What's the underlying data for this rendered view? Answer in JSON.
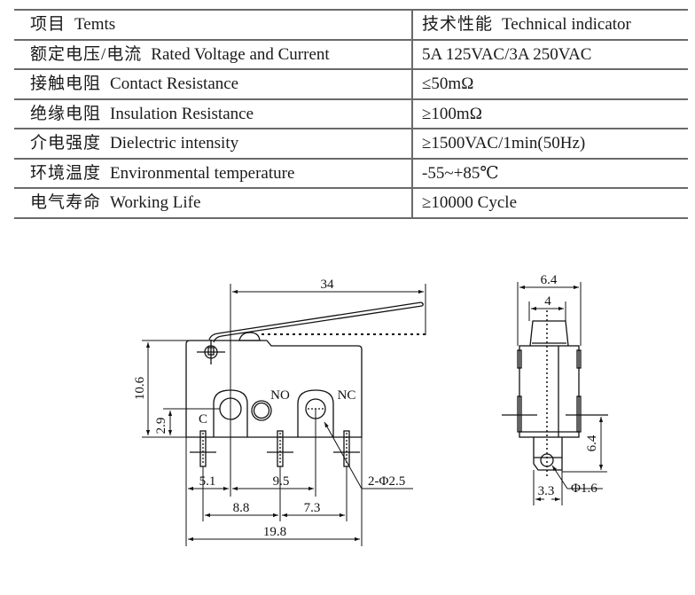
{
  "spec_table": {
    "header": {
      "item_zh": "项目",
      "item_en": "Temts",
      "value_zh": "技术性能",
      "value_en": "Technical indicator"
    },
    "rows": [
      {
        "zh": "额定电压/电流",
        "en": "Rated  Voltage and Current",
        "value": "5A  125VAC/3A  250VAC"
      },
      {
        "zh": "接触电阻",
        "en": "Contact Resistance",
        "value": "≤50mΩ"
      },
      {
        "zh": "绝缘电阻",
        "en": "Insulation  Resistance",
        "value": "≥100mΩ"
      },
      {
        "zh": "介电强度",
        "en": "Dielectric intensity",
        "value": "≥1500VAC/1min(50Hz)"
      },
      {
        "zh": "环境温度",
        "en": "Environmental temperature",
        "value": "-55~+85℃"
      },
      {
        "zh": "电气寿命",
        "en": "Working Life",
        "value": "≥10000 Cycle"
      }
    ]
  },
  "front_view": {
    "dim_lever_length": "34",
    "dim_height": "10.6",
    "dim_hole_height": "2.9",
    "terminal_labels": {
      "common": "C",
      "normally_open": "NO",
      "normally_closed": "NC"
    },
    "dim_c_to_hole": "5.1",
    "dim_hole_spacing": "9.5",
    "dim_c_to_no": "8.8",
    "dim_no_to_nc": "7.3",
    "dim_total_width": "19.8",
    "hole_callout": "2-Φ2.5"
  },
  "side_view": {
    "dim_body_width": "6.4",
    "dim_plunger_width": "4",
    "dim_terminal_height": "6.4",
    "dim_terminal_width": "3.3",
    "terminal_hole_callout": "Φ1.6"
  }
}
